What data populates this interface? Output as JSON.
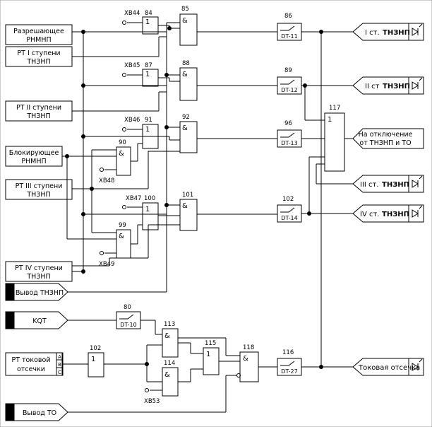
{
  "inputs": {
    "in1": {
      "line1": "Разрешающее",
      "line2": "РНМНП"
    },
    "in2": {
      "line1": "РТ I ступени",
      "line2": "ТНЗНП"
    },
    "in3": {
      "line1": "РТ II ступени",
      "line2": "ТНЗНП"
    },
    "in4": {
      "line1": "Блокирующее",
      "line2": "РНМНП"
    },
    "in5": {
      "line1": "РТ III ступени",
      "line2": "ТНЗНП"
    },
    "in6": {
      "line1": "РТ IV ступени",
      "line2": "ТНЗНП"
    },
    "in7": {
      "line1": "Вывод ТНЗНП"
    },
    "in8": {
      "line1": "KQT"
    },
    "in9": {
      "line1": "РТ токовой",
      "line2": "отсечки",
      "pins": [
        "A",
        "B",
        "C"
      ]
    },
    "in10": {
      "line1": "Вывод ТО"
    }
  },
  "xb": {
    "xb44": "ХВ44",
    "xb45": "ХВ45",
    "xb46": "ХВ46",
    "xb47": "ХВ47",
    "xb48": "ХВ48",
    "xb49": "ХВ49",
    "xb53": "ХВ53"
  },
  "gates": {
    "g84": {
      "num": "84",
      "sym": "1"
    },
    "g85": {
      "num": "85",
      "sym": "&"
    },
    "g87": {
      "num": "87",
      "sym": "1"
    },
    "g88": {
      "num": "88",
      "sym": "&"
    },
    "g91": {
      "num": "91",
      "sym": "1"
    },
    "g92": {
      "num": "92",
      "sym": "&"
    },
    "g90": {
      "num": "90",
      "sym": "&"
    },
    "g100": {
      "num": "100",
      "sym": "1"
    },
    "g101": {
      "num": "101",
      "sym": "&"
    },
    "g99": {
      "num": "99",
      "sym": "&"
    },
    "g117": {
      "num": "117",
      "sym": "1"
    },
    "g102b": {
      "num": "102",
      "sym": "1"
    },
    "g113": {
      "num": "113",
      "sym": "&"
    },
    "g114": {
      "num": "114",
      "sym": "&"
    },
    "g115": {
      "num": "115",
      "sym": "1"
    },
    "g118": {
      "num": "118",
      "sym": "&"
    }
  },
  "timers": {
    "t86": {
      "num": "86",
      "label": "DT-11"
    },
    "t89": {
      "num": "89",
      "label": "DT-12"
    },
    "t96": {
      "num": "96",
      "label": "DT-13"
    },
    "t102": {
      "num": "102",
      "label": "DT-14"
    },
    "t80": {
      "num": "80",
      "label": "DT-10"
    },
    "t116": {
      "num": "116",
      "label": "DT-27"
    }
  },
  "outputs": {
    "o1": {
      "roman": "I ст.",
      "name": "ТНЗНП"
    },
    "o2": {
      "roman": "II ст",
      "name": "ТНЗНП"
    },
    "o3": {
      "line1": "На отключение",
      "line2": "от ТНЗНП и ТО"
    },
    "o4": {
      "roman": "III ст.",
      "name": "ТНЗНП"
    },
    "o5": {
      "roman": "IV ст.",
      "name": "ТНЗНП"
    },
    "o6": {
      "text": "Токовая отсечка"
    }
  }
}
